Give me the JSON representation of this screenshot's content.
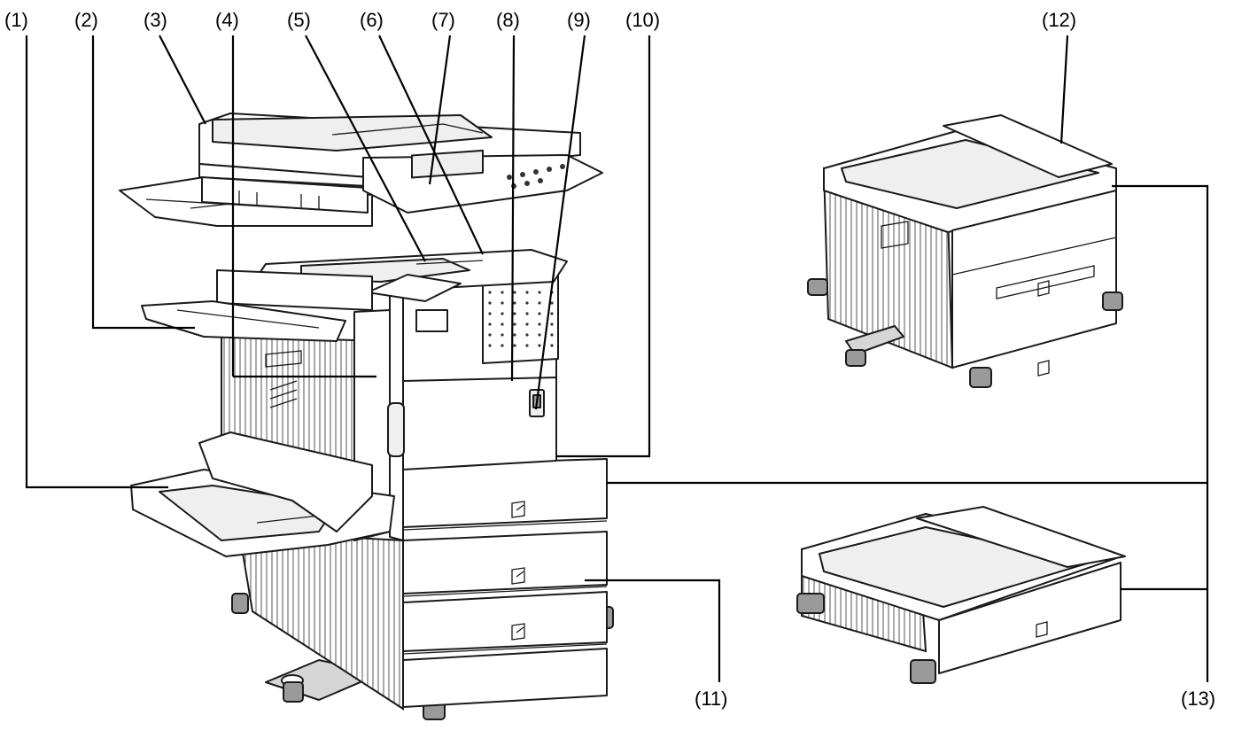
{
  "callouts": [
    {
      "id": "1",
      "label": "(1)"
    },
    {
      "id": "2",
      "label": "(2)"
    },
    {
      "id": "3",
      "label": "(3)"
    },
    {
      "id": "4",
      "label": "(4)"
    },
    {
      "id": "5",
      "label": "(5)"
    },
    {
      "id": "6",
      "label": "(6)"
    },
    {
      "id": "7",
      "label": "(7)"
    },
    {
      "id": "8",
      "label": "(8)"
    },
    {
      "id": "9",
      "label": "(9)"
    },
    {
      "id": "10",
      "label": "(10)"
    },
    {
      "id": "11",
      "label": "(11)"
    },
    {
      "id": "12",
      "label": "(12)"
    },
    {
      "id": "13",
      "label": "(13)"
    }
  ]
}
